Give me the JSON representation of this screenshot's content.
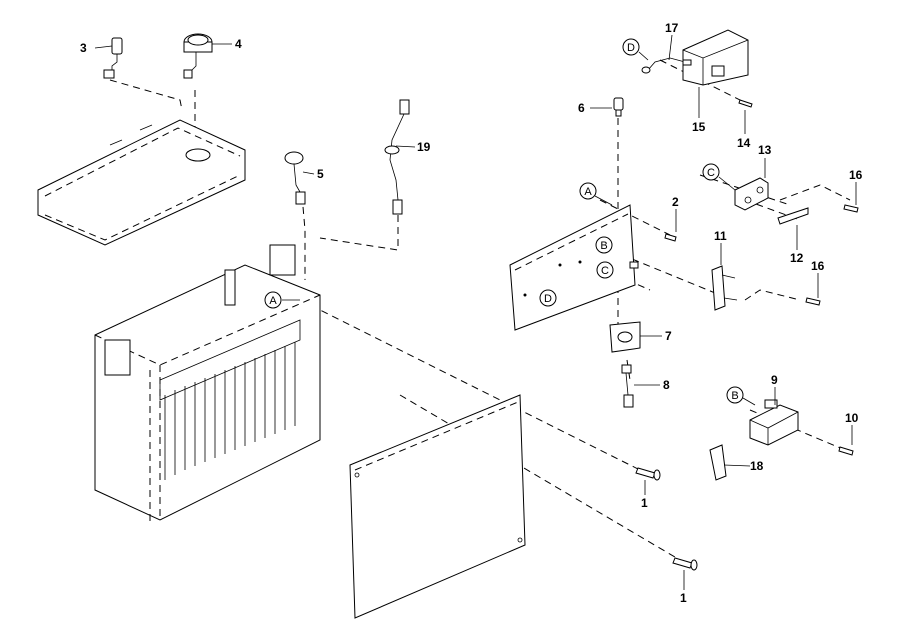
{
  "callouts": {
    "c3": "3",
    "c4": "4",
    "c5": "5",
    "c19": "19",
    "c17": "17",
    "c6": "6",
    "c15": "15",
    "c14": "14",
    "c13": "13",
    "c16a": "16",
    "c2": "2",
    "c11": "11",
    "c12": "12",
    "c16b": "16",
    "c7": "7",
    "c8": "8",
    "c9": "9",
    "c10": "10",
    "c18": "18",
    "c1a": "1",
    "c1b": "1"
  },
  "reference_letters": {
    "a_battery": "A",
    "d_harness": "D",
    "c_module": "C",
    "a_plate": "A",
    "b_plate": "B",
    "c_plate": "C",
    "d_plate": "D",
    "b_contactor": "B"
  }
}
